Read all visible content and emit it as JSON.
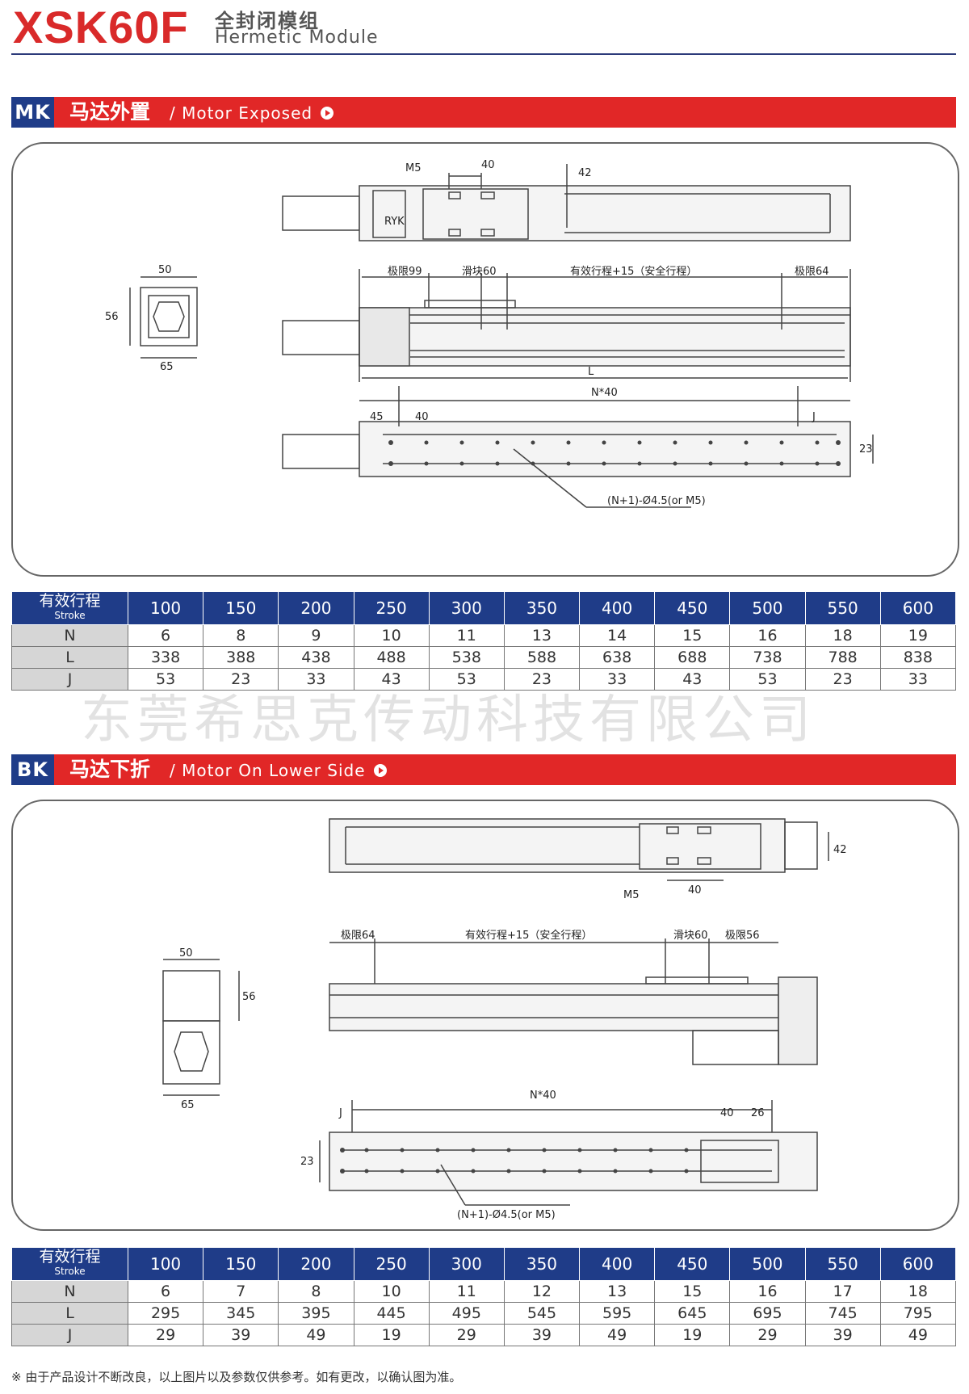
{
  "header": {
    "model": "XSK60F",
    "title_cn": "全封闭模组",
    "title_en": "Hermetic Module"
  },
  "sections": [
    {
      "code": "MK",
      "title_cn": "马达外置",
      "title_en": "/ Motor Exposed",
      "drawing": {
        "top_labels": {
          "m5": "M5",
          "d40": "40",
          "d42": "42",
          "logo": "RYK"
        },
        "side_labels": {
          "limit_left": "极限99",
          "slider": "滑块60",
          "stroke": "有效行程+15（安全行程）",
          "limit_right": "极限64",
          "length": "L"
        },
        "end_labels": {
          "w50": "50",
          "h56": "56",
          "w65": "65"
        },
        "bottom_labels": {
          "d45": "45",
          "d40": "40",
          "pitch": "N*40",
          "j": "J",
          "d23": "23",
          "holes": "(N+1)-Ø4.5(or M5)"
        }
      },
      "table": {
        "header_cn": "有效行程",
        "header_en": "Stroke",
        "strokes": [
          "100",
          "150",
          "200",
          "250",
          "300",
          "350",
          "400",
          "450",
          "500",
          "550",
          "600"
        ],
        "rows": [
          {
            "label": "N",
            "values": [
              "6",
              "8",
              "9",
              "10",
              "11",
              "13",
              "14",
              "15",
              "16",
              "18",
              "19"
            ]
          },
          {
            "label": "L",
            "values": [
              "338",
              "388",
              "438",
              "488",
              "538",
              "588",
              "638",
              "688",
              "738",
              "788",
              "838"
            ]
          },
          {
            "label": "J",
            "values": [
              "53",
              "23",
              "33",
              "43",
              "53",
              "23",
              "33",
              "43",
              "53",
              "23",
              "33"
            ]
          }
        ]
      }
    },
    {
      "code": "BK",
      "title_cn": "马达下折",
      "title_en": "/ Motor On Lower Side",
      "drawing": {
        "top_labels": {
          "m5": "M5",
          "d40": "40",
          "d42": "42"
        },
        "side_labels": {
          "limit_left": "极限64",
          "stroke": "有效行程+15（安全行程）",
          "slider": "滑块60",
          "limit_right": "极限56"
        },
        "end_labels": {
          "w50": "50",
          "h56": "56",
          "w65": "65"
        },
        "bottom_labels": {
          "pitch": "N*40",
          "j": "J",
          "d40": "40",
          "d26": "26",
          "d23": "23",
          "holes": "(N+1)-Ø4.5(or M5)"
        }
      },
      "table": {
        "header_cn": "有效行程",
        "header_en": "Stroke",
        "strokes": [
          "100",
          "150",
          "200",
          "250",
          "300",
          "350",
          "400",
          "450",
          "500",
          "550",
          "600"
        ],
        "rows": [
          {
            "label": "N",
            "values": [
              "6",
              "7",
              "8",
              "10",
              "11",
              "12",
              "13",
              "15",
              "16",
              "17",
              "18"
            ]
          },
          {
            "label": "L",
            "values": [
              "295",
              "345",
              "395",
              "445",
              "495",
              "545",
              "595",
              "645",
              "695",
              "745",
              "795"
            ]
          },
          {
            "label": "J",
            "values": [
              "29",
              "39",
              "49",
              "19",
              "29",
              "39",
              "49",
              "19",
              "29",
              "39",
              "49"
            ]
          }
        ]
      }
    }
  ],
  "watermark": "东莞希思克传动科技有限公司",
  "footnote": "※ 由于产品设计不断改良，以上图片以及参数仅供参考。如有更改，以确认图为准。",
  "colors": {
    "accent_red": "#e12727",
    "navy": "#1f3c88",
    "model_red": "#d92a2a"
  }
}
